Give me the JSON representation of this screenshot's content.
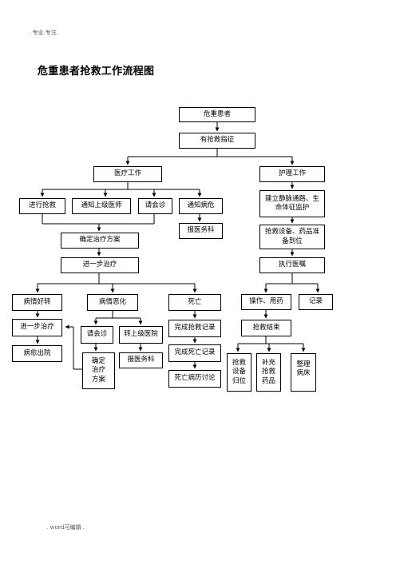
{
  "header": {
    "text": ". 专业.专注."
  },
  "footer": {
    "text": ". word可编辑 ."
  },
  "title": "危重患者抢救工作流程图",
  "nodes": {
    "patient": "危重患者",
    "indication": "有抢救指征",
    "medical_work": "医疗工作",
    "nursing_work": "护理工作",
    "rescue": "进行抢救",
    "notify_senior": "通知上级医师",
    "consult": "请会诊",
    "notify_critical": "通知病危",
    "report_medical": "报医务科",
    "treatment_plan": "确定治疗方案",
    "further_treatment": "进一步治疗",
    "venous_access": "建立静脉通路、生命体征监护",
    "equipment_ready": "抢救设备、药品准备到位",
    "execute_orders": "执行医嘱",
    "improved": "病情好转",
    "worsened": "病情恶化",
    "death": "死亡",
    "operation_meds": "操作、用药",
    "record": "记录",
    "further_treatment2": "进一步治疗",
    "consult2": "请会诊",
    "transfer_hospital": "转上级医院",
    "complete_rescue_record": "完成抢救记录",
    "rescue_end": "抢救结束",
    "cured_discharge": "病愈出院",
    "determine_plan": "确定治疗方案",
    "report_medical2": "报医务科",
    "complete_death_record": "完成死亡记录",
    "death_discussion": "死亡病历讨论",
    "equipment_return": "抢救设备归位",
    "replenish_meds": "补充抢救药品",
    "tidy_bed": "整理病床"
  }
}
